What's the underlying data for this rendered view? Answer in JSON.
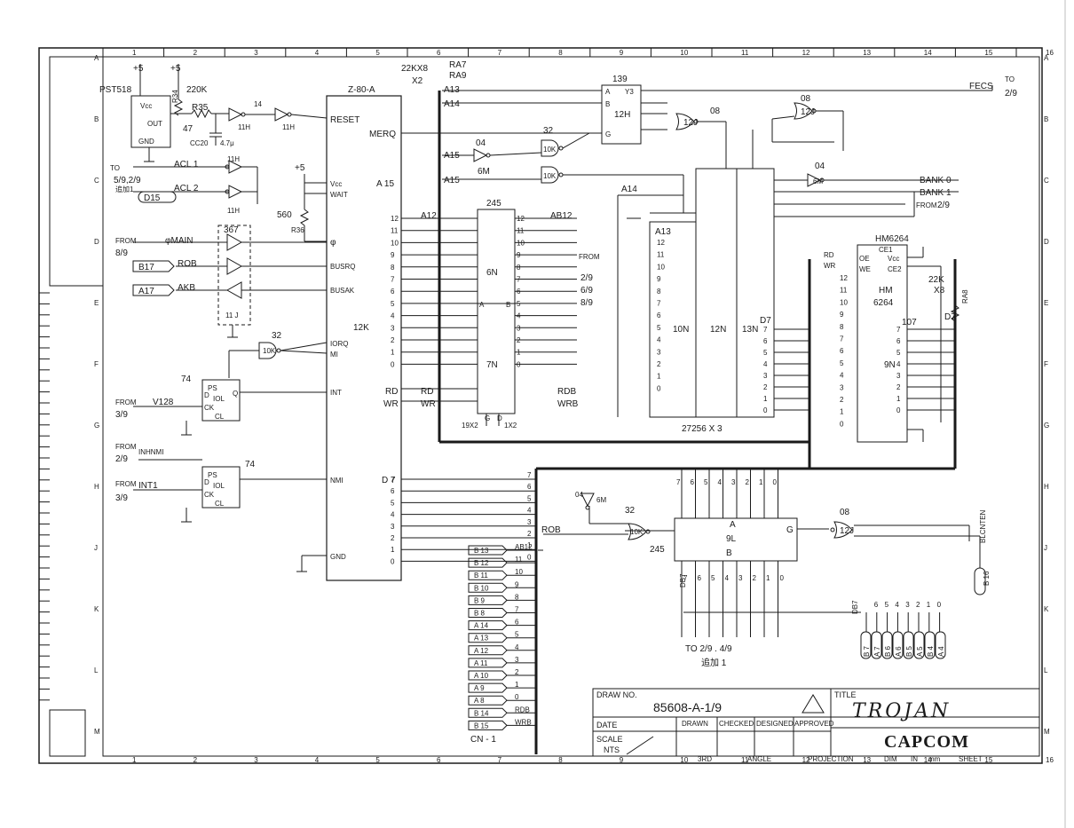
{
  "title_block": {
    "draw_no_label": "DRAW NO.",
    "draw_no": "85608-A-1/9",
    "title_label": "TITLE",
    "title": "TROJAN",
    "company": "CAPCOM",
    "date_label": "DATE",
    "scale_label": "SCALE",
    "scale_value": "NTS",
    "drawn": "DRAWN",
    "checked": "CHECKED",
    "designed": "DESIGNED",
    "approved": "APPROVED",
    "projection": [
      "3RD",
      "ANGLE",
      "PROJECTION"
    ],
    "dim": [
      "DIM",
      "IN",
      "mm",
      "SHEET"
    ]
  },
  "chips": {
    "cpu_name": "Z-80-A",
    "cpu_ref": "12K",
    "cpu_pins_left": [
      "RESET",
      "Vcc",
      "WAIT",
      "φ",
      "BUSRQ",
      "BUSAK",
      "IORQ",
      "MI",
      "INT",
      "NMI",
      "GND"
    ],
    "cpu_bus_labels": [
      "A 15",
      "MERQ",
      "RD",
      "WR",
      "D 7"
    ],
    "reset_chip": "PST518",
    "reset_pins": [
      "Vcc",
      "OUT",
      "GND"
    ],
    "buf_6n": "6N",
    "buf_7n": "7N",
    "buf_245": "245",
    "buf_ab": [
      "A",
      "B"
    ],
    "buf_gd": [
      "G",
      "D"
    ],
    "buf_counts": [
      "19X2",
      "1X2"
    ],
    "rom_10n": "10N",
    "rom_12n": "12N",
    "rom_13n": "13N",
    "rom_type": "27256 X 3",
    "ram_9n": "9N",
    "ram_type": "HM6264",
    "ram_name": "HM",
    "ram_model": "6264",
    "ram_ref": "107",
    "ram_pins": [
      "CE1",
      "OE",
      "WE",
      "Vcc",
      "CE2"
    ],
    "bus_9l": "9L",
    "bus_9l_ab": [
      "A",
      "B",
      "G"
    ],
    "dec_12h": "12H",
    "dec_12h_num": "139",
    "dec_pins": [
      "A",
      "B",
      "G",
      "Y3"
    ],
    "ff_74a": "74",
    "ff_74b": "74",
    "ff_pins": [
      "PS",
      "IOL",
      "D",
      "CK",
      "CL",
      "Q"
    ],
    "tri_367": "367",
    "tri_11j": "11 J"
  },
  "gates": {
    "g_11h_a": "11H",
    "g_11h_b": "11H",
    "g_11h_c": "11H",
    "g_11h_d": "11H",
    "g_14": "14",
    "g_04": "04",
    "g_6m": "6M",
    "g_10k_a": "10K",
    "g_10k_b": "10K",
    "g_10k_c": "10K",
    "g_10k_d": "10K",
    "g_32a": "32",
    "g_32b": "32",
    "g_32c": "32",
    "g_12j_a": "12J",
    "g_12j_b": "12J",
    "g_12j_c": "12J",
    "g_08a": "08",
    "g_08b": "08",
    "g_08c": "08",
    "g_04b": "04",
    "g_6mb": "6M",
    "g_04c": "04",
    "g_6mc": "6M"
  },
  "components": {
    "r34": "R34",
    "r34_val": "220K",
    "r35": "R35",
    "r35_val": "47",
    "cc20": "CC20",
    "cc20_val": "4.7μ",
    "r36": "R36",
    "r36_val": "560",
    "ra7": "RA7",
    "ra9": "RA9",
    "ra_val": "22KX8",
    "ra_x": "X2",
    "ra8": "RA8",
    "ra8_val": "22K",
    "ra8_x": "X8",
    "plus5": "+5"
  },
  "signals": {
    "to_label": "TO",
    "to_sheets": "5/9,2/9",
    "addl": "追加1",
    "acl1": "ACL 1",
    "acl2": "ACL 2",
    "d15": "D15",
    "from": "FROM",
    "main": "φMAIN",
    "sheet_8_9": "8/9",
    "b17": "B17",
    "rob": "ROB",
    "a17": "A17",
    "akb": "AKB",
    "v128": "V128",
    "sheet_3_9": "3/9",
    "inhnmi": "INHNMI",
    "sheet_2_9": "2/9",
    "int1": "INT1",
    "merq": "MERQ",
    "fecs": "FECS",
    "bank0": "BANK 0",
    "bank1": "BANK 1",
    "a13": "A13",
    "a14": "A14",
    "a15": "A15",
    "ab12": "AB12",
    "a12": "A12",
    "to_sheets_2": "2/9",
    "to_sheets_3": "6/9",
    "to_sheets_4": "8/9",
    "rdb": "RDB",
    "wrb": "WRB",
    "rd": "RD",
    "wr": "WR",
    "cn1": "CN - 1",
    "blcnten": "BLCNTEN",
    "b16": "B 16",
    "db7": "DB7",
    "to_bottom": "TO  2/9 . 4/9",
    "addl_bottom": "追加 1",
    "d7": "D7"
  },
  "connector": {
    "labels": [
      "B 13",
      "B 12",
      "B 11",
      "B 10",
      "B 9",
      "B 8",
      "A 14",
      "A 13",
      "A 12",
      "A 11",
      "A 10",
      "A 9",
      "A 8",
      "B 14",
      "B 15"
    ],
    "pins": [
      "AB12",
      "11",
      "10",
      "9",
      "8",
      "7",
      "6",
      "5",
      "4",
      "3",
      "2",
      "1",
      "0",
      "RDB",
      "WRB"
    ]
  },
  "out_bus": [
    "B 7",
    "A 7",
    "B 6",
    "A 6",
    "B 5",
    "A 5",
    "B 4",
    "A 4"
  ],
  "data_bits": [
    "7",
    "6",
    "5",
    "4",
    "3",
    "2",
    "1",
    "0"
  ],
  "addr_bits": [
    "12",
    "11",
    "10",
    "9",
    "8",
    "7",
    "6",
    "5",
    "4",
    "3",
    "2",
    "1",
    "0"
  ],
  "grid_numbers": [
    "1",
    "2",
    "3",
    "4",
    "5",
    "6",
    "7",
    "8",
    "9",
    "10",
    "11",
    "12",
    "13",
    "14",
    "15",
    "16"
  ],
  "grid_letters": [
    "A",
    "B",
    "C",
    "D",
    "E",
    "F",
    "G",
    "H",
    "J",
    "K",
    "L",
    "M"
  ]
}
